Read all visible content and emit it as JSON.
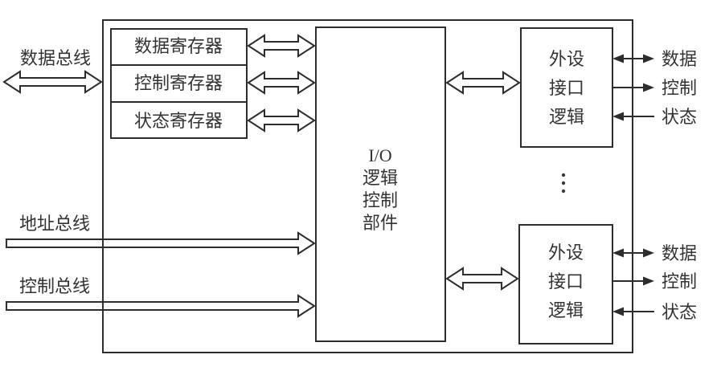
{
  "colors": {
    "background": "#ffffff",
    "line": "#2d2d2d",
    "text": "#333333"
  },
  "buses": {
    "data": {
      "label": "数据总线"
    },
    "address": {
      "label": "地址总线"
    },
    "control": {
      "label": "控制总线"
    }
  },
  "registers": [
    {
      "label": "数据寄存器"
    },
    {
      "label": "控制寄存器"
    },
    {
      "label": "状态寄存器"
    }
  ],
  "io_logic": {
    "lines": [
      "I/O",
      "逻辑",
      "控制",
      "部件"
    ]
  },
  "peripherals": {
    "top": {
      "lines": [
        "外设",
        "接口",
        "逻辑"
      ]
    },
    "bottom": {
      "lines": [
        "外设",
        "接口",
        "逻辑"
      ]
    }
  },
  "signals": {
    "top": {
      "data": "数据",
      "control": "控制",
      "status": "状态"
    },
    "bottom": {
      "data": "数据",
      "control": "控制",
      "status": "状态"
    }
  }
}
